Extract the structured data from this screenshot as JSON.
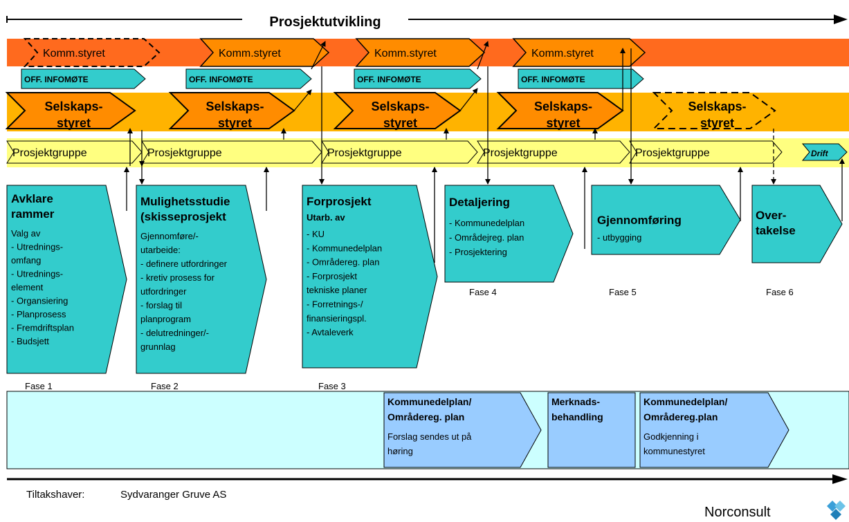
{
  "title": "Prosjektutvikling",
  "colors": {
    "komm_band": "#ff6a1e",
    "selskap_band": "#ffb300",
    "prosjekt_band": "#ffff80",
    "infomote_fill": "#33cccc",
    "phase_fill": "#33cccc",
    "bottom_band": "#ccffff",
    "bottom_box": "#99ccff",
    "orange_shape": "#ff8c00"
  },
  "komm_label": "Komm.styret",
  "infomote_label": "OFF. INFOMØTE",
  "selskap_label": [
    "Selskaps-",
    "styret"
  ],
  "prosjektgruppe_label": "Prosjektgruppe",
  "drift_label": "Drift",
  "phases": [
    {
      "title": [
        "Avklare",
        "rammer"
      ],
      "lines": [
        "Valg av",
        "- Utrednings-",
        "  omfang",
        "- Utrednings-",
        "  element",
        "- Organsiering",
        "- Planprosess",
        "- Fremdriftsplan",
        "- Budsjett"
      ],
      "fase": "Fase 1"
    },
    {
      "title": [
        "Mulighetsstudie",
        "(skisseprosjekt"
      ],
      "lines": [
        "Gjennomføre/-",
        "utarbeide:",
        "- definere utfordringer",
        "- kretiv prosess for",
        "  utfordringer",
        "- forslag til",
        "  planprogram",
        "- delutredninger/-",
        "  grunnlag"
      ],
      "fase": "Fase 2"
    },
    {
      "title": [
        "Forprosjekt"
      ],
      "subtitle": "Utarb. av",
      "lines": [
        "- KU",
        "- Kommunedelplan",
        "- Områdereg. plan",
        "- Forprosjekt",
        "  tekniske planer",
        "- Forretnings-/",
        "  finansieringspl.",
        "- Avtaleverk"
      ],
      "fase": "Fase 3"
    },
    {
      "title": [
        "Detaljering"
      ],
      "lines": [
        "- Kommunedelplan",
        "- Områdejreg. plan",
        "- Prosjektering"
      ],
      "fase": "Fase 4"
    },
    {
      "title": [
        "Gjennomføring"
      ],
      "lines": [
        "- utbygging"
      ],
      "fase": "Fase 5"
    },
    {
      "title": [
        "Over-",
        "takelse"
      ],
      "lines": [],
      "fase": "Fase 6"
    }
  ],
  "plan_boxes": [
    {
      "title": [
        "Kommunedelplan/",
        "Områdereg. plan"
      ],
      "lines": [
        "Forslag sendes ut på",
        "høring"
      ]
    },
    {
      "title": [
        "Merknads-",
        "behandling"
      ],
      "lines": []
    },
    {
      "title": [
        "Kommunedelplan/",
        "Områdereg.plan"
      ],
      "lines": [
        "Godkjenning i",
        "kommunestyret"
      ]
    }
  ],
  "footer": {
    "tiltakshaver_label": "Tiltakshaver:",
    "tiltakshaver_value": "Sydvaranger Gruve AS",
    "logo": "Norconsult"
  }
}
